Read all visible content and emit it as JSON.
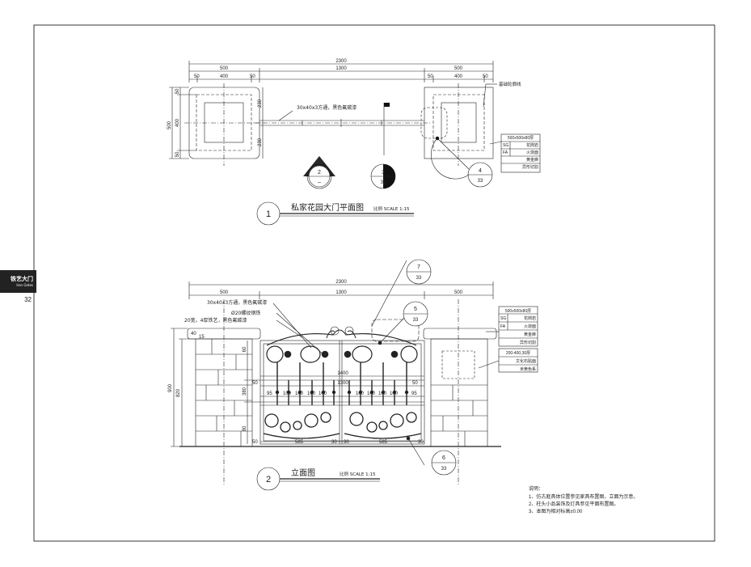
{
  "side": {
    "title": "铁艺大门",
    "subtitle": "Iron Gates",
    "page": "32"
  },
  "plan": {
    "dims": {
      "total": "2300",
      "left": "500",
      "mid": "1300",
      "right": "500",
      "s50a": "50",
      "s400": "400",
      "s50b": "50",
      "v500": "500",
      "v50": "50",
      "v400": "400",
      "v230": "230"
    },
    "label_tube": "30x40x3方通，黑色氟碳漆",
    "label_found": "基础轮廓线",
    "legend": [
      "500x500x80厚",
      "SG",
      "花岗岩",
      "FA",
      "火烧面",
      "黄金麻",
      "异形切割"
    ],
    "title": "私家花园大门平面图",
    "number": "1",
    "scale": "比例 SCALE 1:15",
    "callouts": [
      {
        "num": "2",
        "ref": "–"
      },
      {
        "num": "3",
        "ref": "33"
      },
      {
        "num": "4",
        "ref": "33"
      }
    ]
  },
  "elev": {
    "dims": {
      "total": "2300",
      "left": "500",
      "mid": "1300",
      "right": "500",
      "h900": "900",
      "h820": "820",
      "w1400": "1400",
      "w1300": "1300",
      "h60": "60",
      "h380": "380",
      "h80": "80",
      "b95": "95",
      "b100": "100",
      "b585": "585",
      "b30": "30",
      "b50": "50",
      "b15": "15",
      "b40": "40"
    },
    "labels": [
      "30x40x3方通，黑色氟碳漆",
      "Ø20螺纹钢铁",
      "20宽，4厚铁艺，黑色氟碳漆"
    ],
    "legend1": [
      "500x500x80厚",
      "SG",
      "花岗岩",
      "FA",
      "火烧面",
      "黄金麻",
      "异形切割"
    ],
    "legend2": [
      "200-400,30厚",
      "文化石贴面",
      "米黄色系"
    ],
    "title": "立面图",
    "number": "2",
    "scale": "比例 SCALE 1:15",
    "callouts": [
      {
        "num": "7",
        "ref": "33"
      },
      {
        "num": "5",
        "ref": "33"
      },
      {
        "num": "6",
        "ref": "33"
      }
    ]
  },
  "notes": {
    "heading": "说明：",
    "items": [
      "1、仿古庭具体位置参见家具布置图，立面为示意。",
      "2、柱头小品装饰及灯具参见平面布置图。",
      "3、本图为相对标高±0.00"
    ]
  }
}
